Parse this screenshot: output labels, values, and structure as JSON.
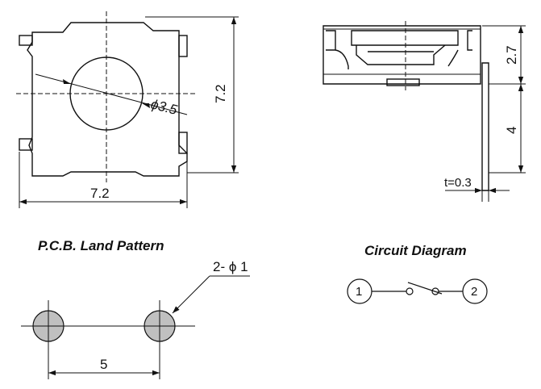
{
  "top_view": {
    "hole_dim": "ϕ3.5",
    "width_dim": "7.2",
    "height_dim": "7.2"
  },
  "side_view": {
    "height_dim": "2.7",
    "lead_length_dim": "4",
    "thickness_dim": "t=0.3"
  },
  "pcb": {
    "title": "P.C.B. Land Pattern",
    "hole_callout": "2- ϕ 1",
    "pitch_dim": "5",
    "pad_color": "#c0c0c0"
  },
  "circuit": {
    "title": "Circuit Diagram",
    "terminal_1": "1",
    "terminal_2": "2"
  }
}
